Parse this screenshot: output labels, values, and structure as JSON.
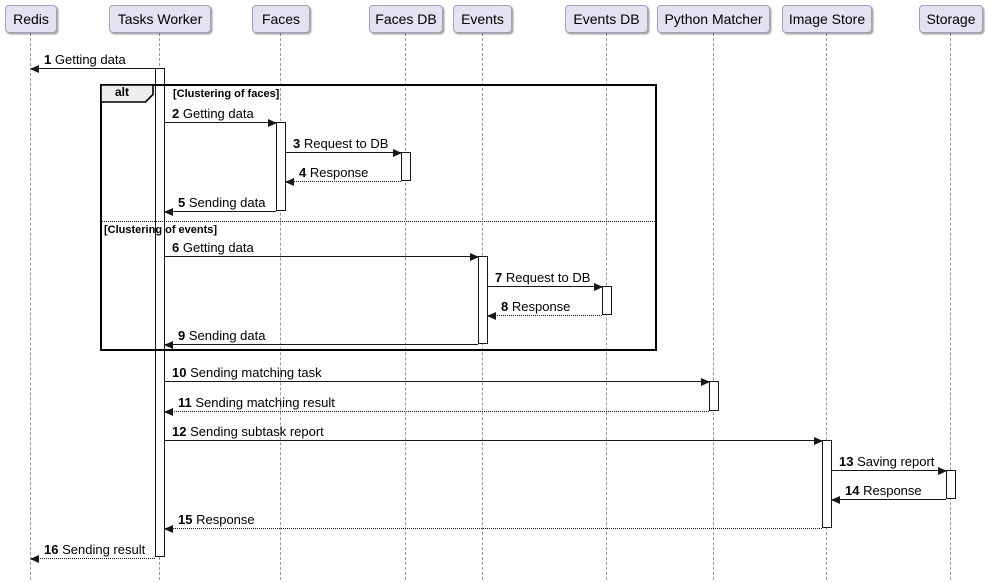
{
  "colors": {
    "participant_fill": "#E2E2F0",
    "participant_border": "#A0A0B8",
    "line": "#181818",
    "lifeline": "#999999",
    "frame_label_fill": "#EEEEEE",
    "frame_border": "#000000"
  },
  "participants": [
    {
      "label": "Redis"
    },
    {
      "label": "Tasks Worker"
    },
    {
      "label": "Faces"
    },
    {
      "label": "Faces DB"
    },
    {
      "label": "Events"
    },
    {
      "label": "Events DB"
    },
    {
      "label": "Python Matcher"
    },
    {
      "label": "Image Store"
    },
    {
      "label": "Storage"
    }
  ],
  "frame": {
    "operator": "alt",
    "guard1": "[Clustering of faces]",
    "guard2": "[Clustering of events]"
  },
  "messages": [
    {
      "num": "1",
      "text": "Getting data",
      "from": "Tasks Worker",
      "to": "Redis",
      "style": "solid"
    },
    {
      "num": "2",
      "text": "Getting data",
      "from": "Tasks Worker",
      "to": "Faces",
      "style": "solid"
    },
    {
      "num": "3",
      "text": "Request to DB",
      "from": "Faces",
      "to": "Faces DB",
      "style": "solid"
    },
    {
      "num": "4",
      "text": "Response",
      "from": "Faces DB",
      "to": "Faces",
      "style": "dotted"
    },
    {
      "num": "5",
      "text": "Sending data",
      "from": "Faces",
      "to": "Tasks Worker",
      "style": "solid"
    },
    {
      "num": "6",
      "text": "Getting data",
      "from": "Tasks Worker",
      "to": "Events",
      "style": "solid"
    },
    {
      "num": "7",
      "text": "Request to DB",
      "from": "Events",
      "to": "Events DB",
      "style": "solid"
    },
    {
      "num": "8",
      "text": "Response",
      "from": "Events DB",
      "to": "Events",
      "style": "dotted"
    },
    {
      "num": "9",
      "text": "Sending data",
      "from": "Events",
      "to": "Tasks Worker",
      "style": "solid"
    },
    {
      "num": "10",
      "text": "Sending matching task",
      "from": "Tasks Worker",
      "to": "Python Matcher",
      "style": "solid"
    },
    {
      "num": "11",
      "text": "Sending matching result",
      "from": "Python Matcher",
      "to": "Tasks Worker",
      "style": "dotted"
    },
    {
      "num": "12",
      "text": "Sending subtask report",
      "from": "Tasks Worker",
      "to": "Image Store",
      "style": "solid"
    },
    {
      "num": "13",
      "text": "Saving report",
      "from": "Image Store",
      "to": "Storage",
      "style": "solid"
    },
    {
      "num": "14",
      "text": "Response",
      "from": "Storage",
      "to": "Image Store",
      "style": "solid"
    },
    {
      "num": "15",
      "text": "Response",
      "from": "Image Store",
      "to": "Tasks Worker",
      "style": "dotted"
    },
    {
      "num": "16",
      "text": "Sending result",
      "from": "Tasks Worker",
      "to": "Redis",
      "style": "dotted"
    }
  ]
}
